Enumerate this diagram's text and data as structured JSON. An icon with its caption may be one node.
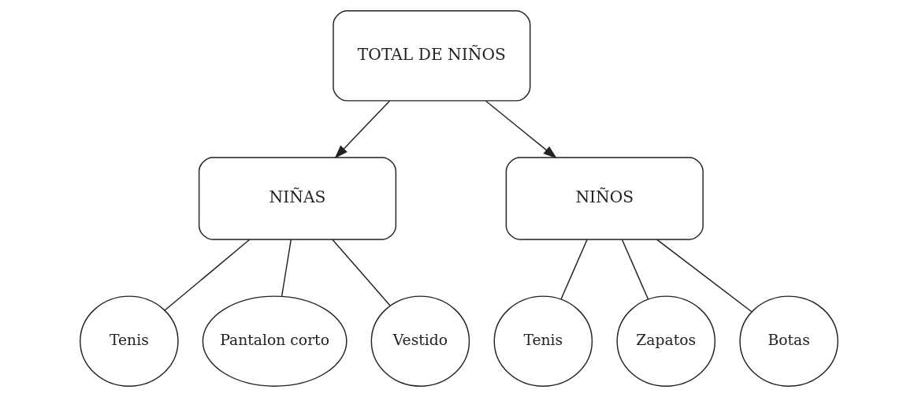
{
  "diagram": {
    "nodes": [
      {
        "text": [
          "TOTAL DE NIÑOS"
        ]
      },
      {
        "text": [
          "NIÑAS"
        ]
      },
      {
        "text": [
          "NIÑOS"
        ]
      },
      {
        "text": [
          "Tenis"
        ]
      },
      {
        "text": [
          "Pantalon corto"
        ]
      },
      {
        "text": [
          "Vestido"
        ]
      },
      {
        "text": [
          "Tenis"
        ]
      },
      {
        "text": [
          "Zapatos"
        ]
      },
      {
        "text": [
          "Botas"
        ]
      }
    ],
    "edges": [
      {
        "from": 0,
        "to": 1,
        "arrow": "to"
      },
      {
        "from": 0,
        "to": 2,
        "arrow": "to"
      },
      {
        "from": 1,
        "to": 3,
        "arrow": "none"
      },
      {
        "from": 1,
        "to": 4,
        "arrow": "none"
      },
      {
        "from": 1,
        "to": 5,
        "arrow": "none"
      },
      {
        "from": 2,
        "to": 6,
        "arrow": "none"
      },
      {
        "from": 2,
        "to": 7,
        "arrow": "none"
      },
      {
        "from": 2,
        "to": 8,
        "arrow": "none"
      }
    ]
  }
}
